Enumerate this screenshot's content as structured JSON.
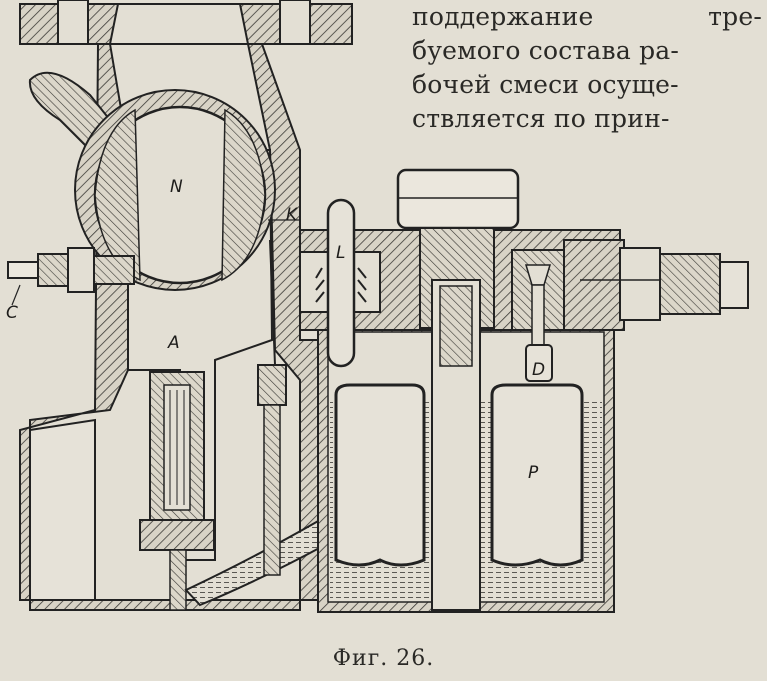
{
  "text_lines": [
    [
      "поддержание",
      "тре-"
    ],
    [
      "буемого состава ра-"
    ],
    [
      "бочей смеси осуще-"
    ],
    [
      "ствляется по прин-"
    ]
  ],
  "figure": {
    "labels": {
      "N": "N",
      "K": "K",
      "L": "L",
      "C": "C",
      "A": "A",
      "D": "D",
      "P": "P"
    }
  },
  "caption": "Фиг. 26."
}
